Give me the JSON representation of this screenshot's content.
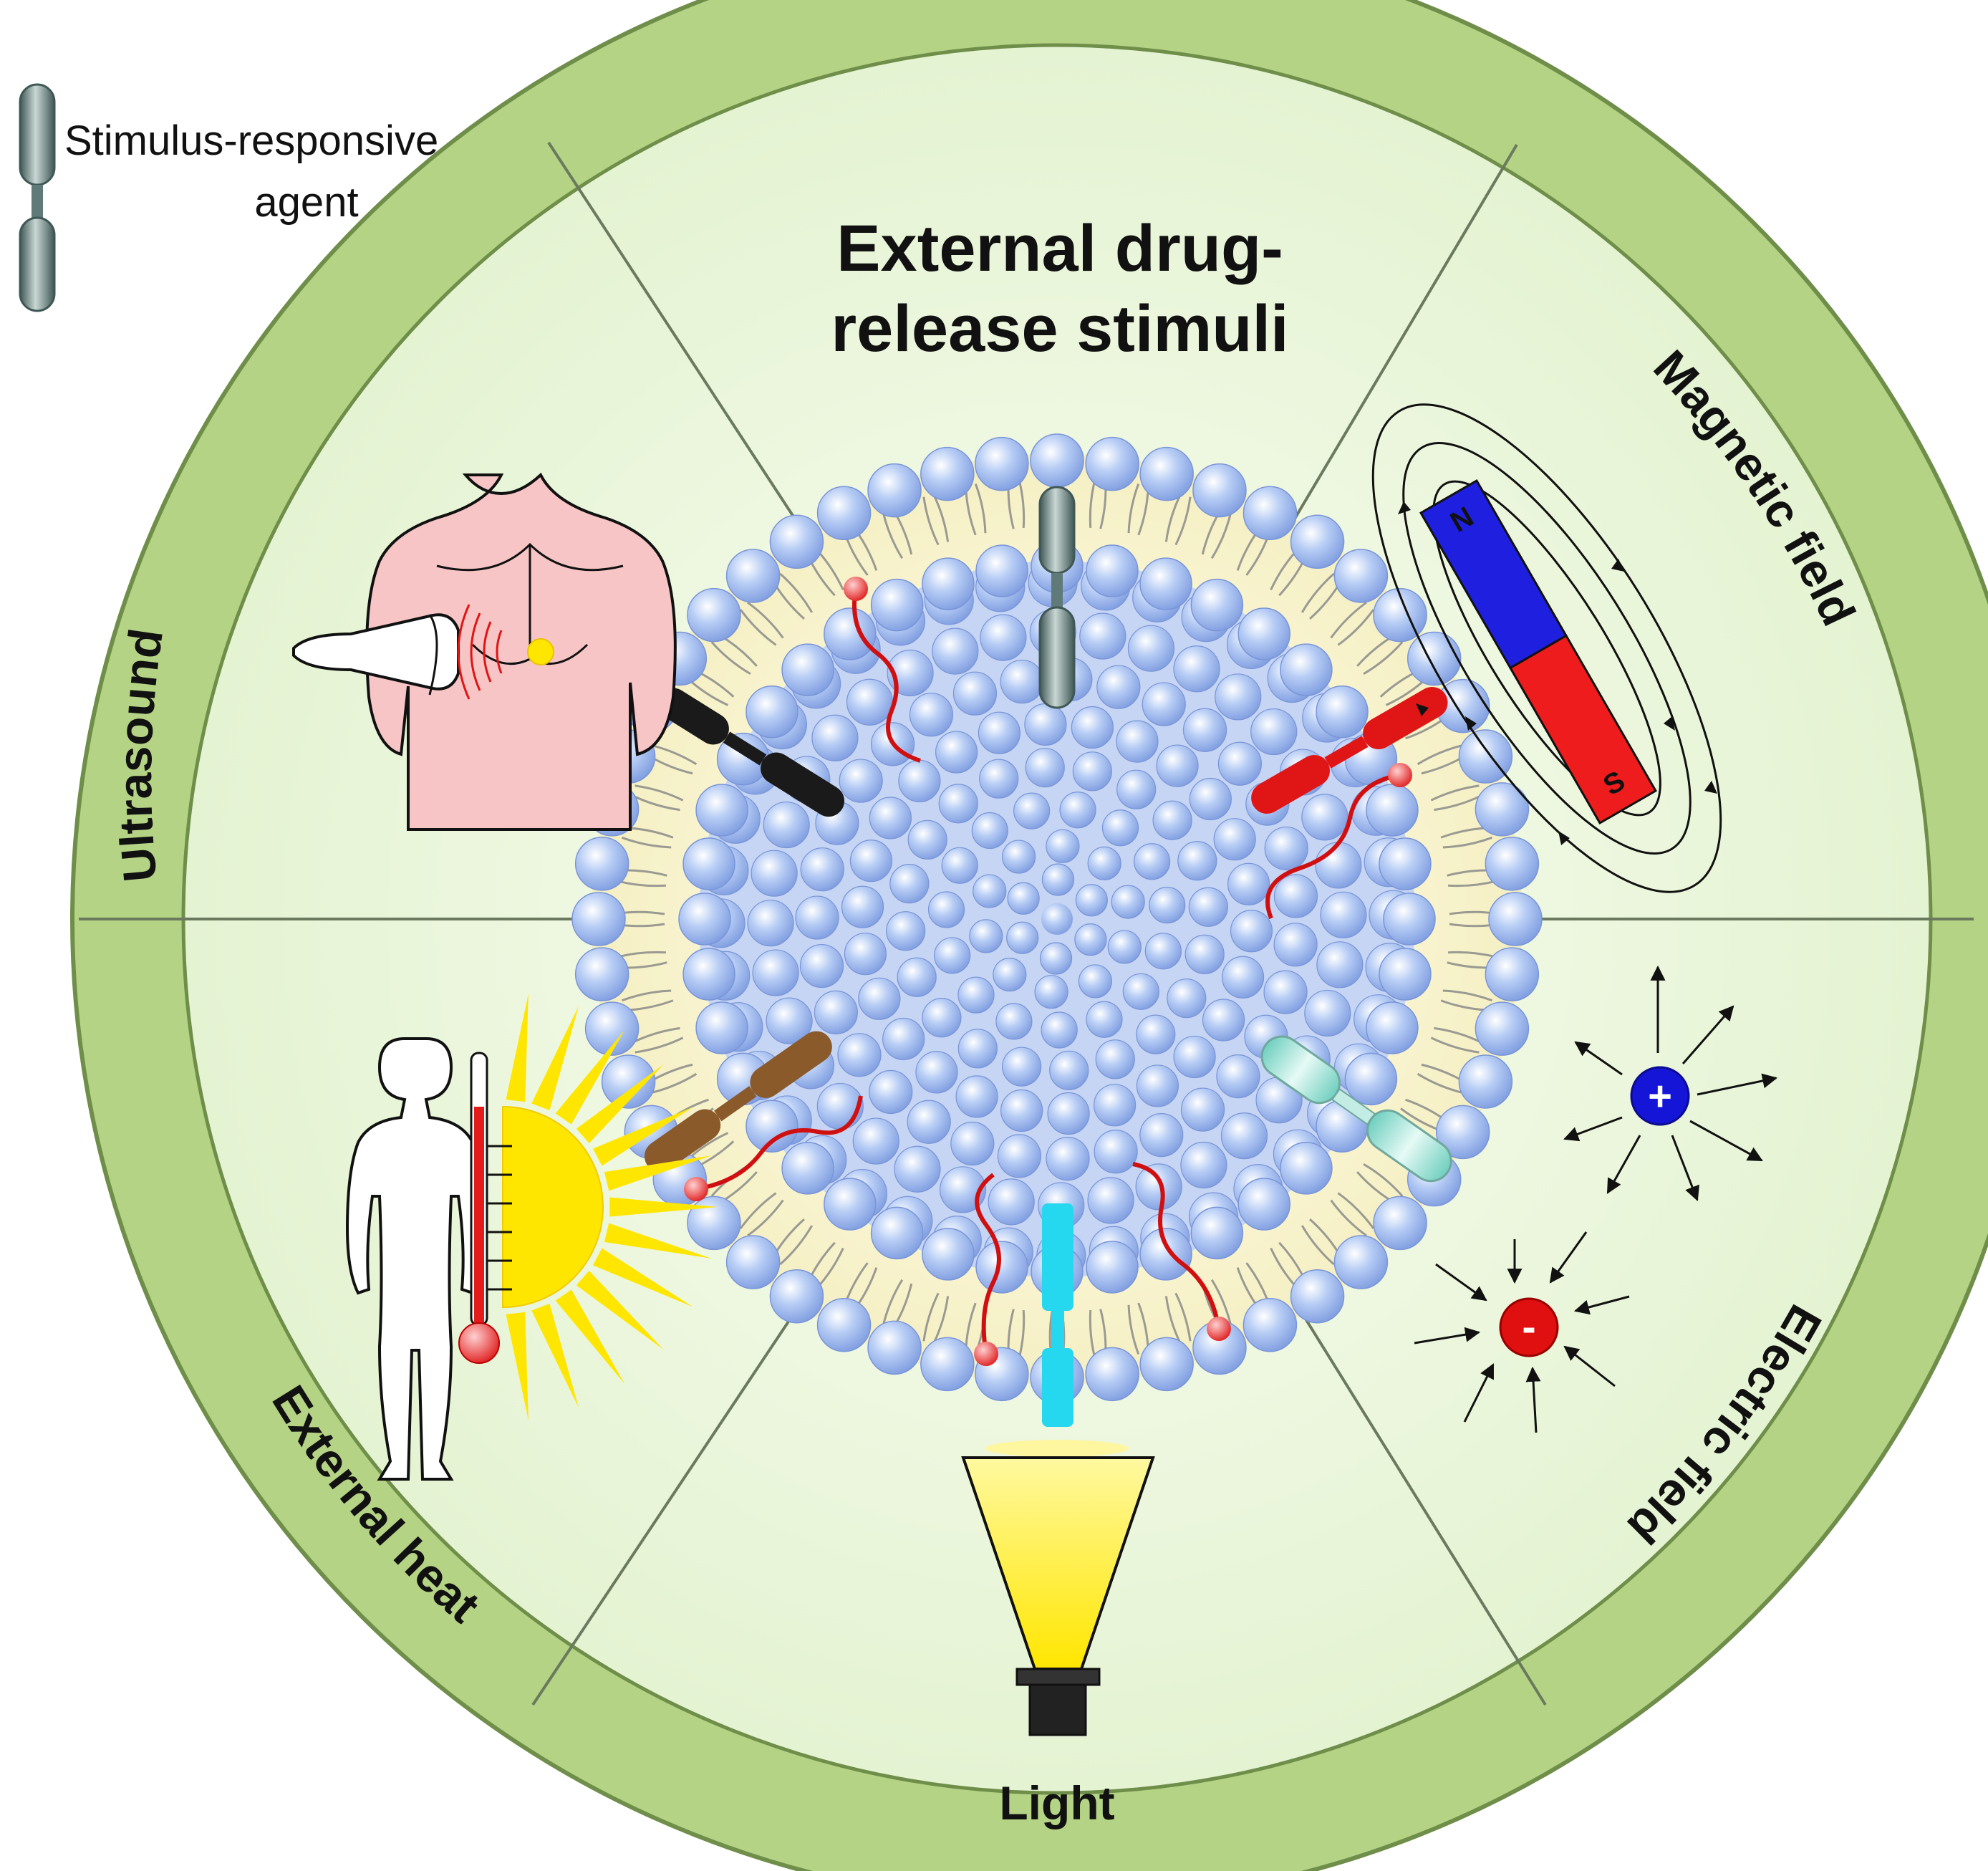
{
  "title": {
    "line1": "External drug-",
    "line2": "release stimuli"
  },
  "legend": {
    "line1": "Stimulus-responsive",
    "line2": "agent"
  },
  "stimuli": [
    {
      "id": "ultrasound",
      "label": "Ultrasound"
    },
    {
      "id": "magnetic-field",
      "label": "Magnetic field"
    },
    {
      "id": "electric-field",
      "label": "Electric field"
    },
    {
      "id": "light",
      "label": "Light"
    },
    {
      "id": "external-heat",
      "label": "External heat"
    }
  ],
  "magnet": {
    "north_label": "N",
    "south_label": "S"
  },
  "charges": {
    "positive_symbol": "+",
    "negative_symbol": "-"
  },
  "colors": {
    "ring": "#b5d384",
    "ring_edge": "#6f8e4a",
    "inner_bg": "#e8f5d8",
    "lipid_head": "#a9c2f0",
    "membrane_fill": "#f7f3cf",
    "magnet_north": "#1f1fe0",
    "magnet_south": "#ee1c1c",
    "positive_charge": "#1515d8",
    "negative_charge": "#e01010",
    "sun": "#ffe600",
    "thermometer": "#e31b1b",
    "body_skin": "#f7c5c5",
    "light_beam": "#ffee00",
    "agent_gray": "#5f7a78",
    "agent_black": "#1a1a1a",
    "agent_red": "#e01515",
    "agent_brown": "#8b5a2b",
    "agent_cyan": "#25d7ef",
    "agent_teal": "#a9e6dc"
  }
}
